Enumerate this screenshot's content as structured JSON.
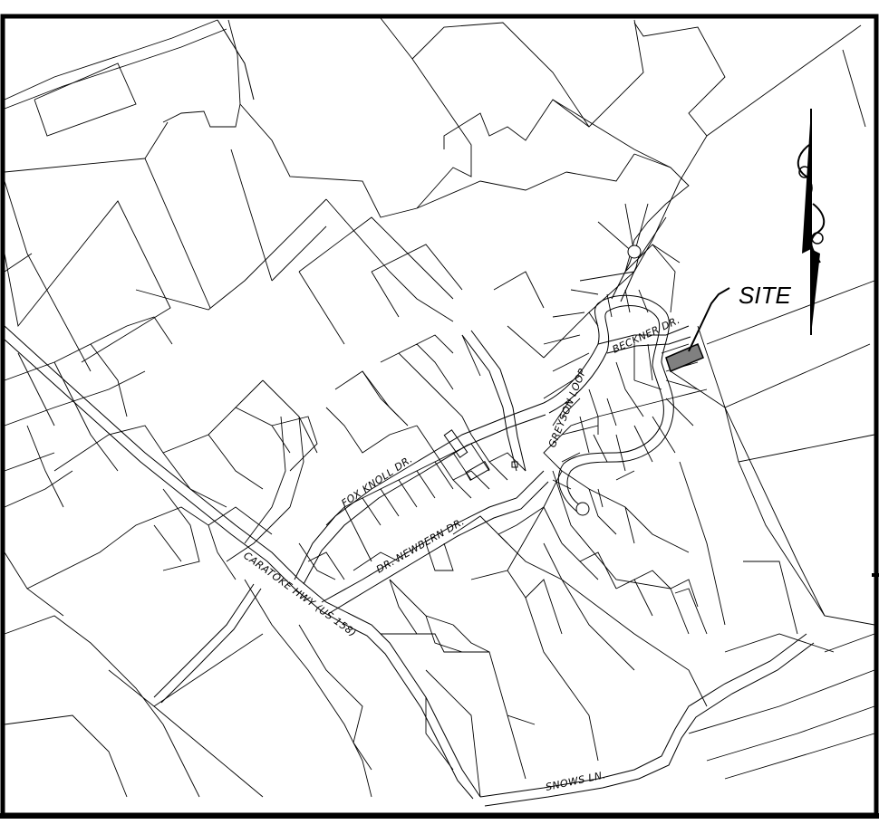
{
  "map": {
    "labels": {
      "site": "SITE",
      "fox_knoll": "FOX KNOLL DR.",
      "greyson_loop": "GREYSON LOOP",
      "beckner": "BECKNER DR.",
      "newbern": "DR. NEWBERN DR.",
      "caratoke": "CARATOKE HWY (US 158)",
      "snows": "SNOWS LN."
    },
    "colors": {
      "background": "#ffffff",
      "lines": "#000000",
      "site_fill": "#808080"
    },
    "icons": {
      "north_arrow": "north-arrow-icon"
    }
  }
}
